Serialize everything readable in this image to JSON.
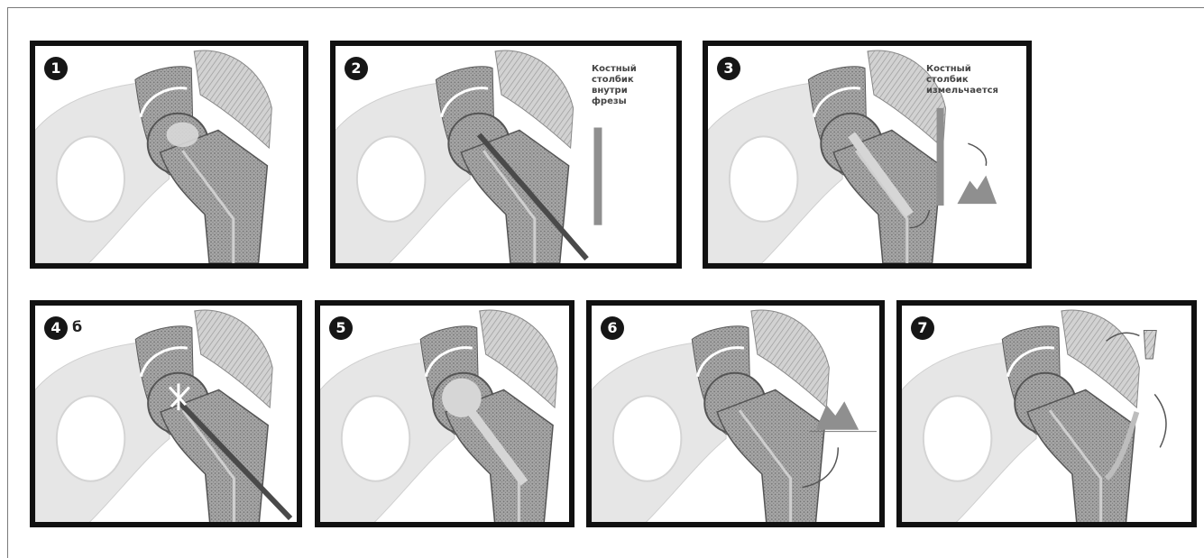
{
  "panels": [
    {
      "number": "1",
      "suffix": "",
      "caption": []
    },
    {
      "number": "2",
      "suffix": "",
      "caption": [
        "Костный",
        "столбик",
        "внутри",
        "фрезы"
      ]
    },
    {
      "number": "3",
      "suffix": "",
      "caption": [
        "Костный",
        "столбик",
        "измельчается"
      ]
    },
    {
      "number": "4",
      "suffix": "б",
      "caption": []
    },
    {
      "number": "5",
      "suffix": "",
      "caption": []
    },
    {
      "number": "6",
      "suffix": "",
      "caption": []
    },
    {
      "number": "7",
      "suffix": "",
      "caption": []
    }
  ],
  "colors": {
    "frame": "#111111",
    "bone_texture": "#8f8f8f",
    "pelvis_fill": "#e6e6e6",
    "muscle": "#b9b9b9",
    "instrument": "#4a4a4a"
  }
}
